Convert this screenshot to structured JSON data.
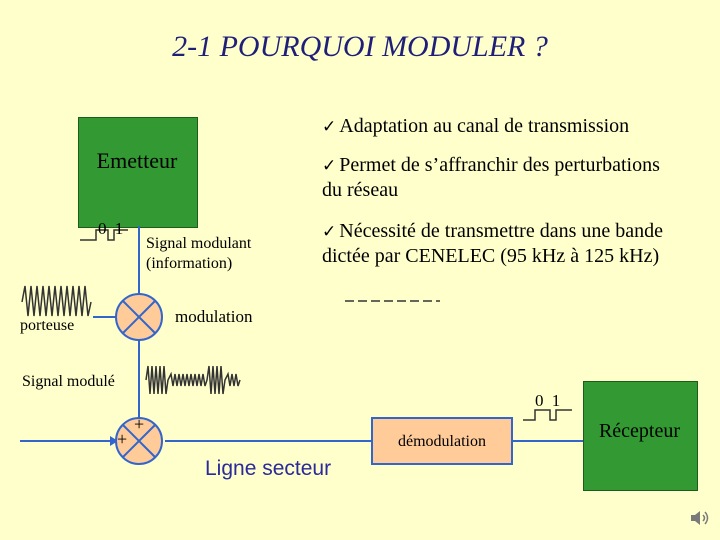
{
  "title": "2-1 POURQUOI MODULER ?",
  "emetteur": {
    "label": "Emetteur"
  },
  "recepteur": {
    "label": "Récepteur"
  },
  "bits_left": "0 1",
  "bits_right": "0 1",
  "signal_modulant": {
    "line1": "Signal modulant",
    "line2": "(information)"
  },
  "porteuse": "porteuse",
  "modulation": "modulation",
  "signal_module": "Signal modulé",
  "plus_top": "+",
  "plus_left": "+",
  "demodulation": "démodulation",
  "ligne_secteur": "Ligne secteur",
  "bullets": {
    "b1": "Adaptation au canal de transmission",
    "b2_line1": "Permet de s’affranchir des perturbations",
    "b2_line2": "du réseau",
    "b3_line1": "Nécessité de transmettre dans une bande",
    "b3_line2": "dictée par CENELEC (95 kHz à 125 kHz)"
  },
  "colors": {
    "background": "#ffffcc",
    "box_green": "#339933",
    "line_blue": "#3366cc",
    "signal_dark": "#333333",
    "title": "#1f1f7a",
    "mixer_fill": "#ffcc99"
  },
  "icons": {
    "speaker": "speaker-icon"
  }
}
